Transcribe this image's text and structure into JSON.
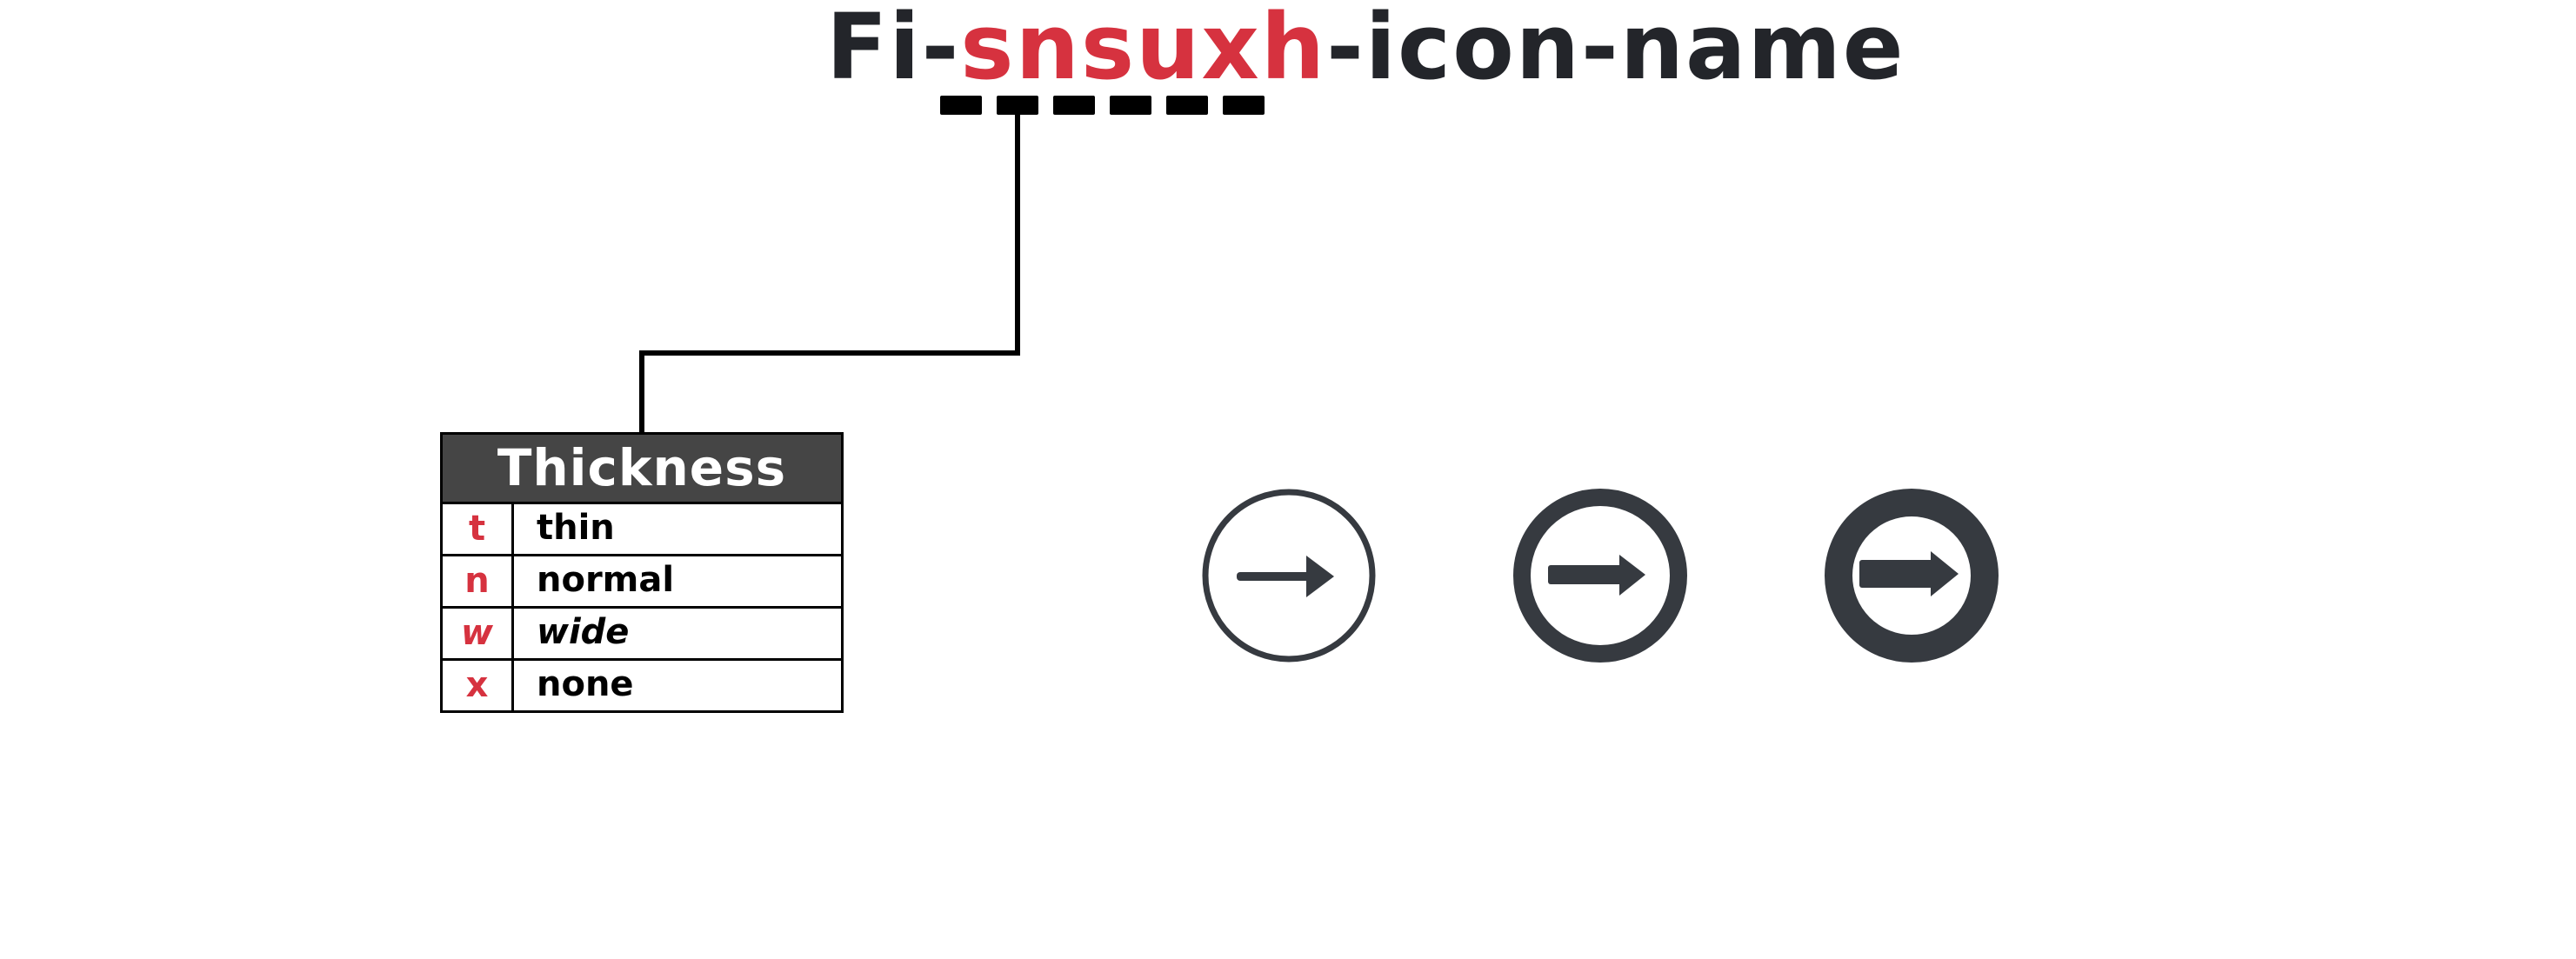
{
  "title": {
    "prefix": "Fi-",
    "variable": "snsuxh",
    "suffix": "-icon-name",
    "variable_color": "#d6323f",
    "text_color": "#23252a",
    "placeholder_slots": 6,
    "highlighted_slot": 2
  },
  "legend": {
    "header": "Thickness",
    "header_bg": "#454545",
    "rows": [
      {
        "code": "t",
        "label": "thin"
      },
      {
        "code": "n",
        "label": "normal"
      },
      {
        "code": "w",
        "label": "wide"
      },
      {
        "code": "x",
        "label": "none"
      }
    ]
  },
  "icons": [
    {
      "name": "arrow-right-circle-thin-icon",
      "thickness": "thin"
    },
    {
      "name": "arrow-right-circle-normal-icon",
      "thickness": "normal"
    },
    {
      "name": "arrow-right-circle-wide-icon",
      "thickness": "wide"
    }
  ],
  "icon_color": "#363a40"
}
